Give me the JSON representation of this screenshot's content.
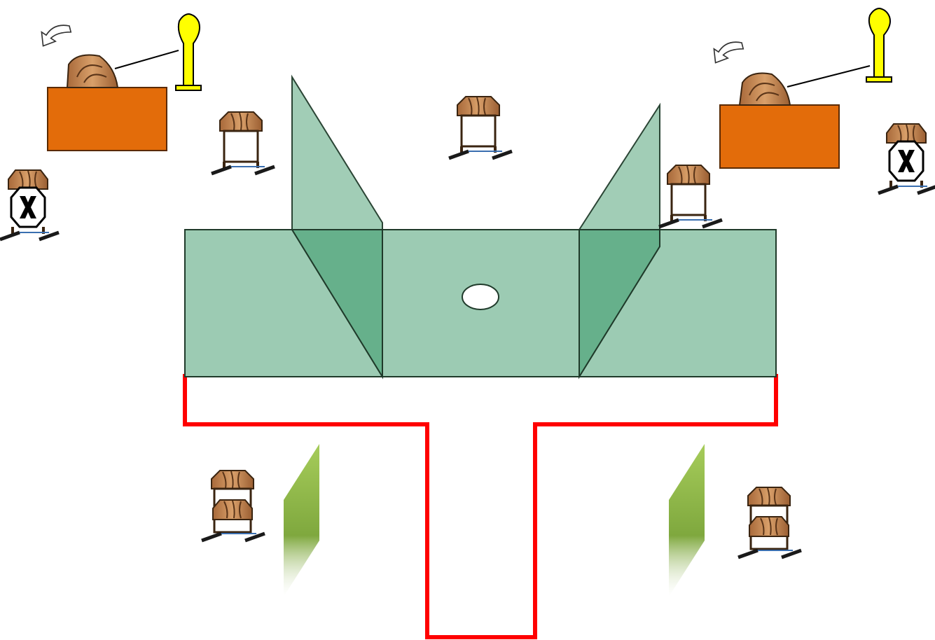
{
  "diagram": {
    "type": "shooting-stage-layout",
    "colors": {
      "background": "#ffffff",
      "wall": "#9ccbb3",
      "wall_dark": "#66b08b",
      "wall_outline": "#1f3a2a",
      "fault_line": "#ff0000",
      "mover_box": "#e36c0a",
      "activator": "#ffff00",
      "target_wood": "#c68a52",
      "stand_base": "#1a1a1a",
      "stand_foot": "#3a6fb0",
      "barrier_green": "#8ab84a",
      "no_shoot": "#000000"
    },
    "elements": [
      {
        "kind": "wall-panel",
        "icon": "wall-panel-icon",
        "count": 3
      },
      {
        "kind": "wing-wall",
        "icon": "wing-wall-icon",
        "count": 2
      },
      {
        "kind": "port-hole",
        "icon": "port-hole-icon",
        "count": 1
      },
      {
        "kind": "fault-line",
        "icon": "fault-line-icon",
        "count": 1
      },
      {
        "kind": "mover-box-with-activator",
        "icon": "activator-paddle-icon",
        "count": 2
      },
      {
        "kind": "paper-target-on-stand",
        "icon": "paper-target-icon",
        "count": 7
      },
      {
        "kind": "no-shoot-target",
        "icon": "no-shoot-target-icon",
        "count": 2
      },
      {
        "kind": "vision-barrier",
        "icon": "vision-barrier-icon",
        "count": 2
      }
    ]
  }
}
